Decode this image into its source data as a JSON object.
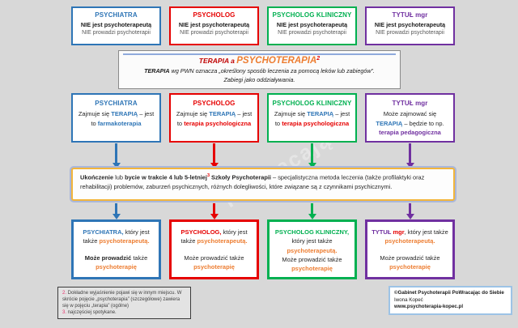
{
  "palette": {
    "background": "#D8D8D8",
    "blue": "#2E75B6",
    "red": "#E60000",
    "green": "#00B050",
    "purple": "#7030A0",
    "orange_highlight": "#ED7D31",
    "dark_red_title": "#C00000",
    "gold_border": "#F2B53B",
    "glow_border": "#A9B7DB",
    "light_blue_rule": "#8FAADC",
    "footnote_number_pink": "#E8336D"
  },
  "watermark": "PoWracając",
  "row1": {
    "cards": [
      {
        "title": "PSYCHIATRA",
        "line1": "NIE jest psychoterapeutą",
        "line2": "NIE prowadzi psychoterapii"
      },
      {
        "title": "PSYCHOLOG",
        "line1": "NIE jest psychoterapeutą",
        "line2": "NIE prowadzi psychoterapii"
      },
      {
        "title": "PSYCHOLOG KLINICZNY",
        "line1": "NIE jest psychoterapeutą",
        "line2": "NIE prowadzi psychoterapii"
      },
      {
        "title": "TYTUŁ mgr",
        "line1": "NIE jest psychoterapeutą",
        "line2": "NIE prowadzi psychoterapii"
      }
    ]
  },
  "terapia_box": {
    "title_prefix": "TERAPIA a ",
    "title_main": "PSYCHOTERAPIA",
    "title_sup": "2",
    "body_bold": "TERAPIA",
    "body_rest": " wg PWN oznacza „określony sposób leczenia za pomocą leków lub zabiegów”.",
    "body_line2": "Zabiegi jako oddziaływania."
  },
  "row2": {
    "cards": [
      {
        "title": "PSYCHIATRA",
        "seg1": "Zajmuje się ",
        "term": "TERAPIĄ",
        "seg2": " – jest to ",
        "highlight": "farmakoterapia"
      },
      {
        "title": "PSYCHOLOG",
        "seg1": "Zajmuje się ",
        "term": "TERAPIĄ",
        "seg2": " – jest to ",
        "highlight": "terapia psychologiczna"
      },
      {
        "title": "PSYCHOLOG KLINICZNY",
        "seg1": "Zajmuje się ",
        "term": "TERAPIĄ",
        "seg2": " – jest to ",
        "highlight": "terapia psychologiczna"
      },
      {
        "title": "TYTUŁ mgr",
        "seg1": "Może zajmować się ",
        "term": "TERAPIĄ",
        "seg2": " – będzie to np. ",
        "highlight": "terapia pedagogiczna"
      }
    ]
  },
  "school_box": {
    "bold1": "Ukończenie",
    "mid1": " lub ",
    "bold2": "bycie w trakcie 4 lub 5-letniej",
    "sup": "3",
    "bold3": " Szkoły Psychoterapii",
    "rest": " – specjalistyczna metoda leczenia (także profilaktyki oraz rehabilitacji) problemów, zaburzeń psychicznych, różnych dolegliwości, które związane są z czynnikami psychicznymi."
  },
  "row3": {
    "cards": [
      {
        "title1": "PSYCHIATRA,",
        "title2": "",
        "seg1": " który jest także ",
        "orange1": "psychoterapeutą.",
        "may_bold": "Może prowadzić",
        "may_rest": " także",
        "orange2": "psychoterapię"
      },
      {
        "title1": "PSYCHOLOG,",
        "title2": "",
        "seg1": " który jest także ",
        "orange1": "psychoterapeutą.",
        "may_bold": "",
        "may_rest": "Może prowadzić także",
        "orange2": "psychoterapię"
      },
      {
        "title1": "PSYCHOLOG KLINICZNY,",
        "title2": "",
        "seg1": " który jest także ",
        "orange1": "psychoterapeutą.",
        "may_bold": "",
        "may_rest": "Może prowadzić także",
        "orange2": "psychoterapię"
      },
      {
        "title1": "TYTUŁ ",
        "title2": "mgr",
        "seg1": ", który jest także ",
        "orange1": "psychoterapeutą.",
        "may_bold": "",
        "may_rest": "Może prowadzić także",
        "orange2": "psychoterapię"
      }
    ]
  },
  "footnotes": {
    "f2_num": "2.",
    "f2_text": " Dokładne wyjaśnienie pojawi się w innym miejscu. W skrócie pojęcie „psychoterapia” (szczegółowe) zawiera się w pojęciu „terapia” (ogólne)",
    "f3_num": "3.",
    "f3_text": " najczęściej spotykane."
  },
  "credit": {
    "line1": "©Gabinet Psychoterapii PoWracając do Siebie",
    "line2": "Iwona Kopeć",
    "line3": "www.psychoterapia-kopec.pl"
  }
}
